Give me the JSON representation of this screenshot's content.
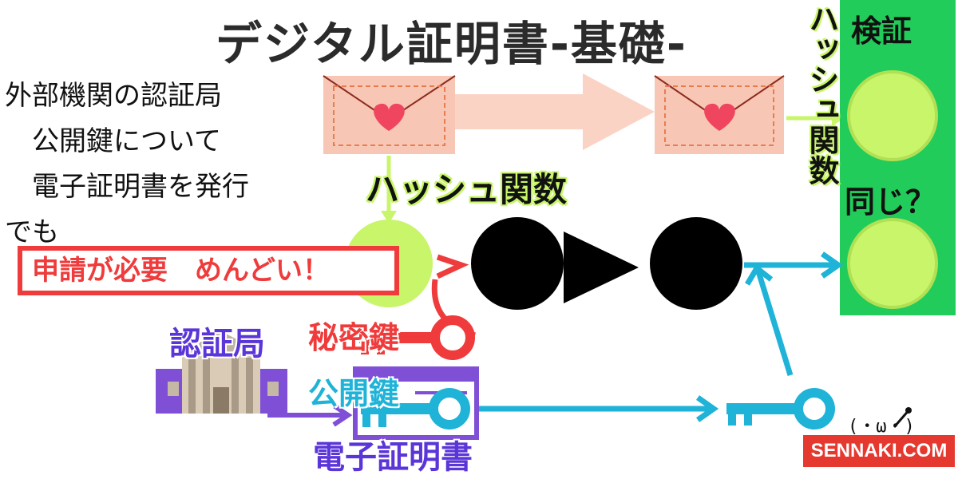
{
  "title": "デジタル証明書-基礎-",
  "intro_text": "外部機関の認証局\n　公開鍵について\n　電子証明書を発行\nでも",
  "banner": "申請が必要　めんどい！",
  "labels": {
    "hash_function": "ハッシュ関数",
    "hash_function_vertical": "ハッシュ関数",
    "certificate_authority": "認証局",
    "private_key": "秘密鍵",
    "public_key": "公開鍵",
    "digital_certificate": "電子証明書",
    "verify": "検証",
    "same_question": "同じ？"
  },
  "logo": {
    "text": "SENNAKI.COM",
    "face": "(・ω・)"
  },
  "colors": {
    "envelope": "#f8c6b4",
    "heart": "#f0455e",
    "arrow_peach": "#fbd3c5",
    "lime": "#c8f56a",
    "green_panel": "#22cc5a",
    "red": "#ef3b3b",
    "cyan": "#1fb3d8",
    "purple": "#7f4fd6",
    "black": "#000000"
  }
}
